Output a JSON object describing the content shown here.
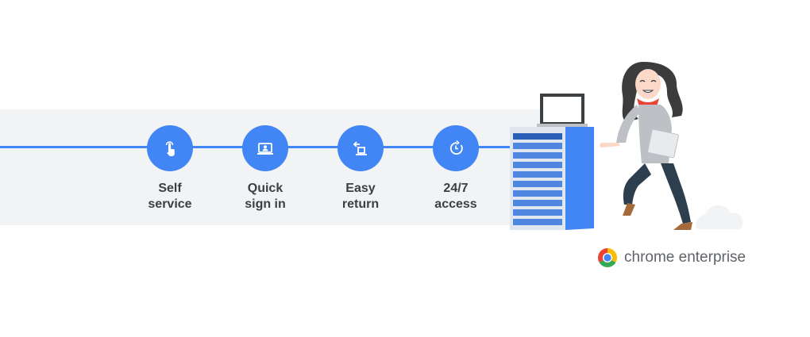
{
  "steps": [
    {
      "label": "Self\nservice",
      "icon": "touch-icon"
    },
    {
      "label": "Quick\nsign in",
      "icon": "laptop-user-icon"
    },
    {
      "label": "Easy\nreturn",
      "icon": "return-icon"
    },
    {
      "label": "24/7\naccess",
      "icon": "clock-icon"
    }
  ],
  "brand": {
    "name": "chrome enterprise",
    "icon": "chrome-logo"
  },
  "colors": {
    "accent": "#4285f4",
    "band": "#f1f3f4",
    "text": "#3c4043"
  }
}
